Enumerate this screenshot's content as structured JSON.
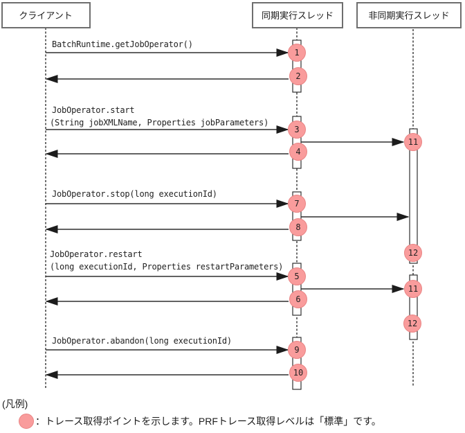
{
  "diagram": {
    "actors": [
      {
        "label": "クライアント"
      },
      {
        "label": "同期実行スレッド"
      },
      {
        "label": "非同期実行スレッド"
      }
    ],
    "messages": {
      "get_job_operator": "BatchRuntime.getJobOperator()",
      "start_line1": "JobOperator.start",
      "start_line2": "(String jobXMLName, Properties jobParameters)",
      "stop": "JobOperator.stop(long executionId)",
      "restart_line1": "JobOperator.restart",
      "restart_line2": "(long executionId, Properties restartParameters)",
      "abandon": "JobOperator.abandon(long executionId)"
    },
    "trace_points": {
      "p1": "1",
      "p2": "2",
      "p3": "3",
      "p4": "4",
      "p5": "5",
      "p6": "6",
      "p7": "7",
      "p8": "8",
      "p9": "9",
      "p10": "10",
      "p11": "11",
      "p12": "12"
    }
  },
  "legend": {
    "title": "(凡例)",
    "text": "：トレース取得ポイントを示します。PRFトレース取得レベルは「標準」です。"
  },
  "colors": {
    "trace_point_fill": "#F99C9C",
    "trace_point_border": "#E98484",
    "box_border": "#6E6E6E",
    "line_color": "#2E2E2E",
    "lifeline_color": "#4A4A4A"
  }
}
